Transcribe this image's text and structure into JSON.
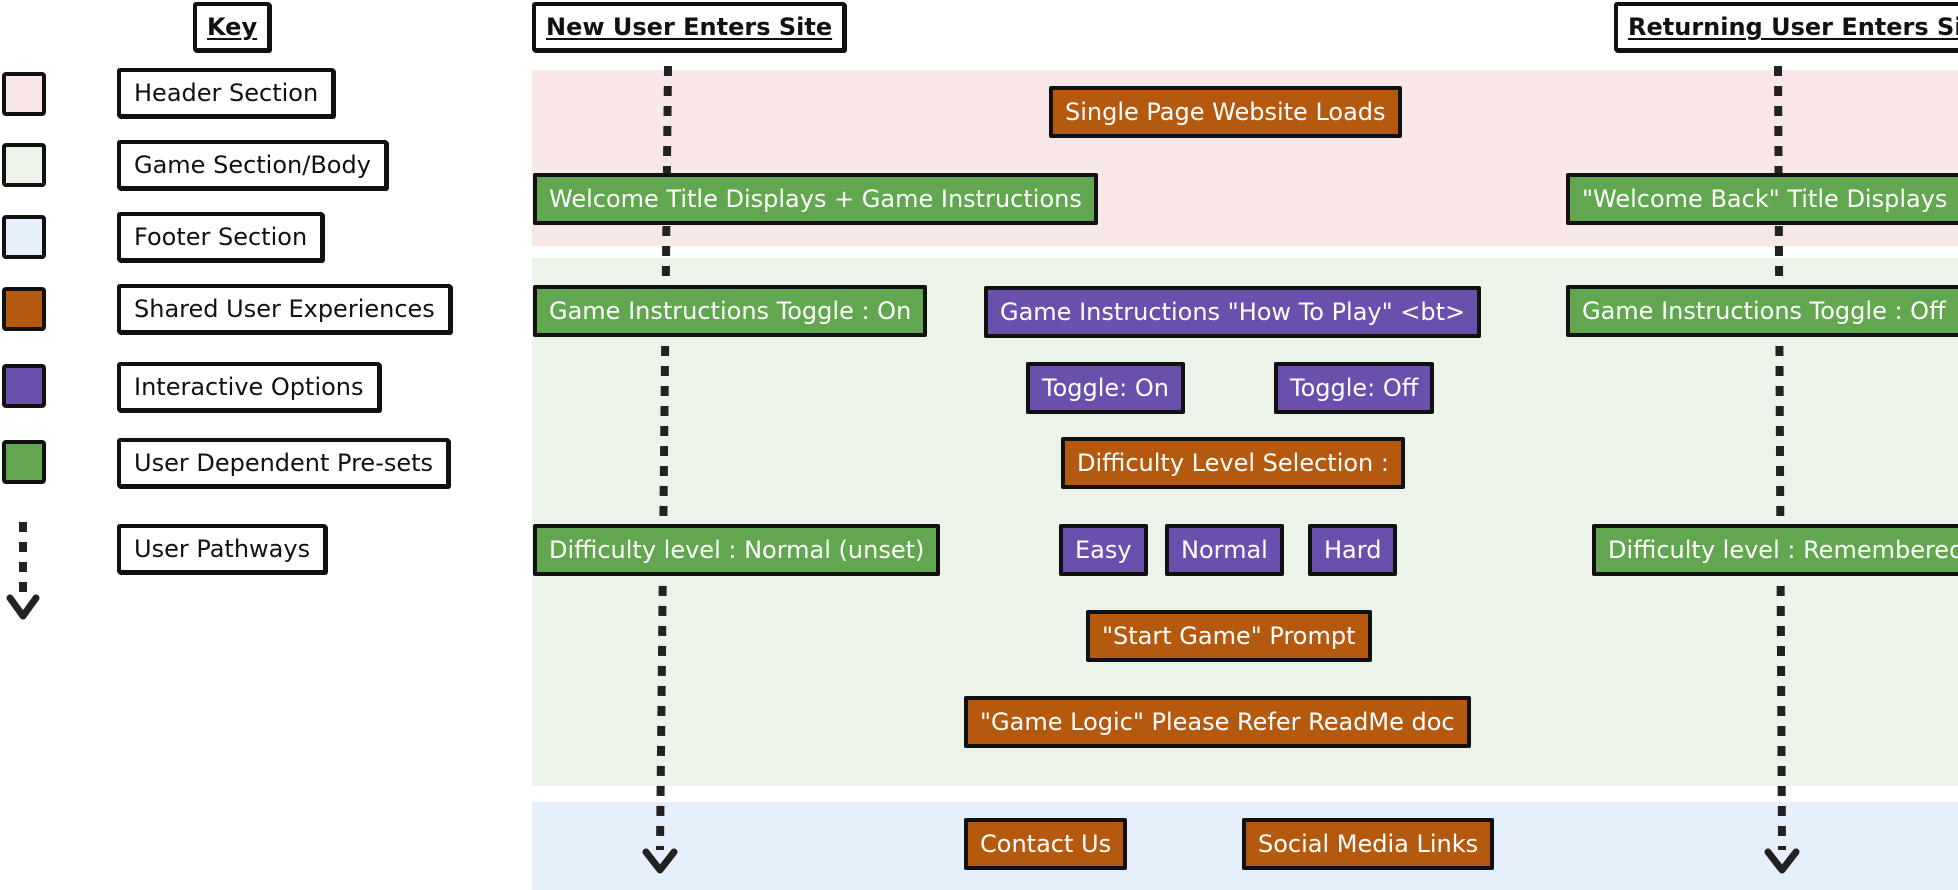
{
  "colors": {
    "header": "#f9e6e6",
    "body": "#ecf3e8",
    "footer": "#e6f0fc",
    "shared": "#b5590f",
    "interactive": "#6a4fad",
    "preset": "#62a64f",
    "arrow": "#222222"
  },
  "key": {
    "title": "Key",
    "items": [
      "Header Section",
      "Game Section/Body",
      "Footer Section",
      "Shared User Experiences",
      "Interactive Options",
      "User Dependent Pre-sets",
      "User Pathways"
    ]
  },
  "pathways": {
    "new_user": "New User Enters Site",
    "returning_user": "Returning User Enters Site"
  },
  "nodes": {
    "page_loads": "Single Page Website Loads",
    "welcome_new": "Welcome Title Displays + Game Instructions",
    "welcome_back": "\"Welcome Back\" Title Displays",
    "instructions_on": "Game Instructions Toggle : On",
    "how_to_play": "Game Instructions \"How To Play\" <bt>",
    "instructions_off": "Game Instructions Toggle : Off",
    "toggle_on": "Toggle: On",
    "toggle_off": "Toggle: Off",
    "difficulty_selection": "Difficulty Level Selection :",
    "difficulty_normal_unset": "Difficulty level : Normal (unset)",
    "easy": "Easy",
    "normal": "Normal",
    "hard": "Hard",
    "difficulty_remembered": "Difficulty level : Remembered",
    "start_game": "\"Start Game\" Prompt",
    "game_logic": "\"Game Logic\" Please Refer ReadMe doc",
    "contact_us": "Contact Us",
    "social_links": "Social Media Links"
  }
}
